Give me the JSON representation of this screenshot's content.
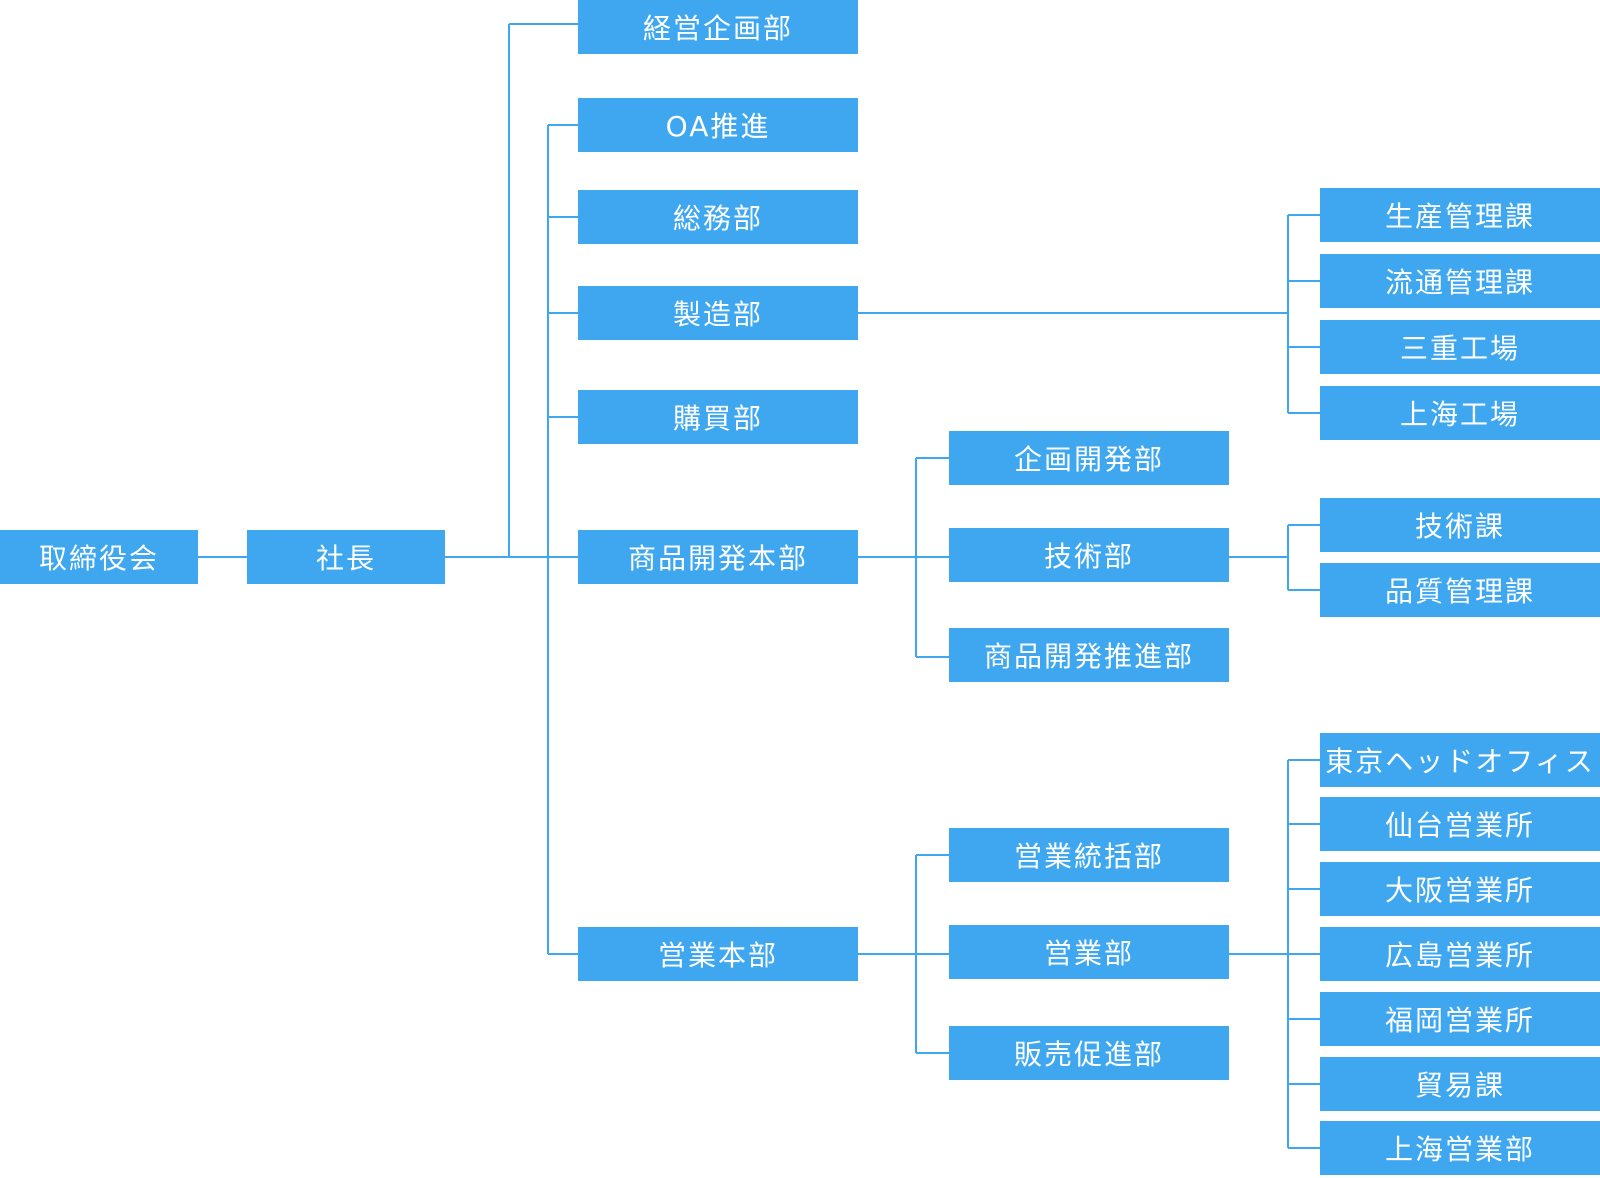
{
  "colors": {
    "box": "#3ea7f0",
    "text": "#ffffff",
    "line": "#3ea7f0"
  },
  "org": {
    "board": "取締役会",
    "president": "社長",
    "departments": {
      "planning": "経営企画部",
      "oa": "OA推進",
      "general_affairs": "総務部",
      "manufacturing": "製造部",
      "purchasing": "購買部",
      "product_dev_hq": "商品開発本部",
      "sales_hq": "営業本部"
    },
    "manufacturing_units": {
      "production_control": "生産管理課",
      "distribution_control": "流通管理課",
      "mie_factory": "三重工場",
      "shanghai_factory": "上海工場"
    },
    "product_dev_units": {
      "planning_dev": "企画開発部",
      "engineering": "技術部",
      "promotion": "商品開発推進部"
    },
    "engineering_units": {
      "tech_section": "技術課",
      "quality_control": "品質管理課"
    },
    "sales_units": {
      "sales_control": "営業統括部",
      "sales": "営業部",
      "sales_promotion": "販売促進部"
    },
    "sales_offices": {
      "tokyo": "東京ヘッドオフィス",
      "sendai": "仙台営業所",
      "osaka": "大阪営業所",
      "hiroshima": "広島営業所",
      "fukuoka": "福岡営業所",
      "trade": "貿易課",
      "shanghai_sales": "上海営業部"
    }
  }
}
